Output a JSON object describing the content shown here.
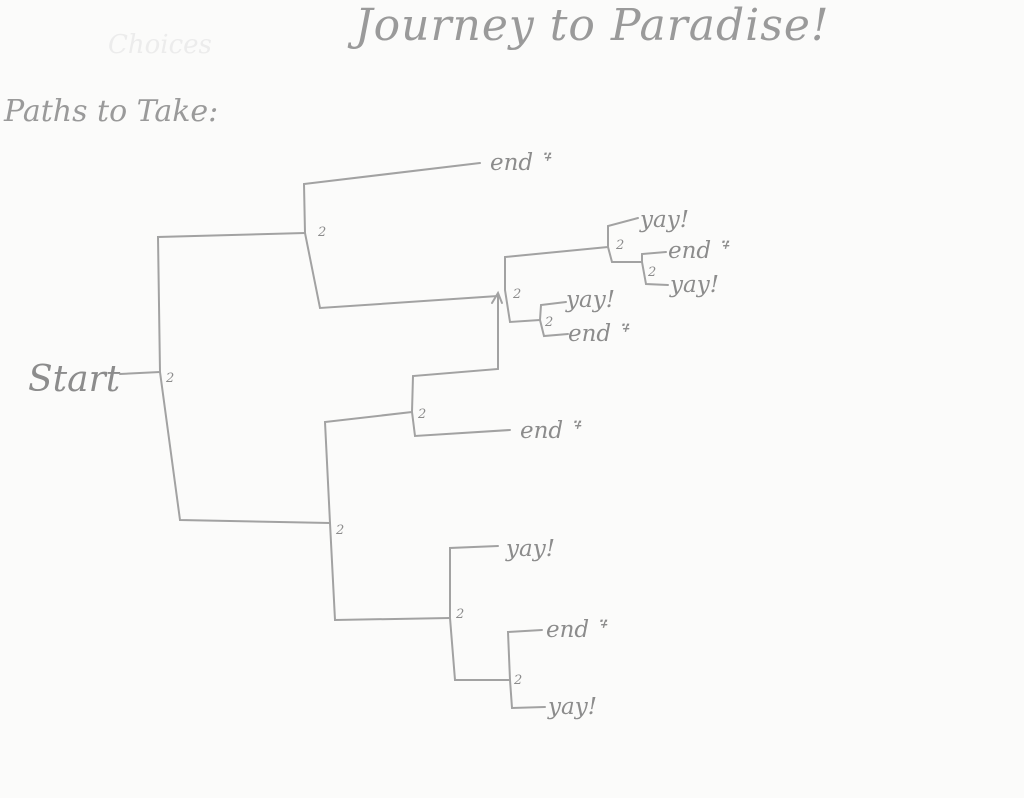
{
  "title": "Journey to Paradise!",
  "subtitle": "Paths to Take:",
  "ghost_text": "Choices",
  "tree": {
    "start": "Start",
    "node_label": "2",
    "end": "end ᐩ̈",
    "yay": "yay!"
  }
}
